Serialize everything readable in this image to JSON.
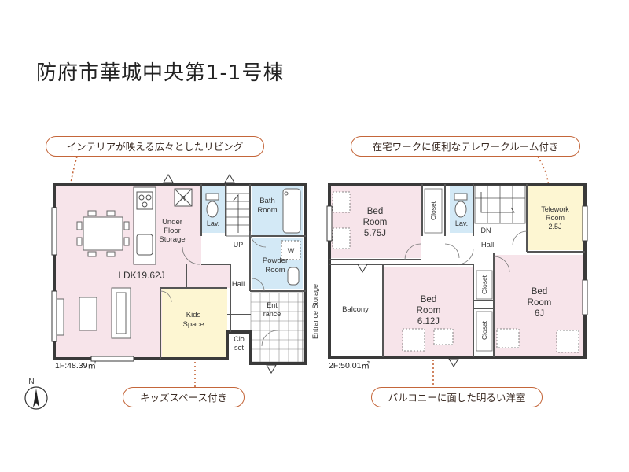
{
  "title": "防府市華城中央第1-1号棟",
  "callouts": {
    "ldk_feature": "インテリアが映える広々としたリビング",
    "telework_feature": "在宅ワークに便利なテレワークルーム付き",
    "kids_feature": "キッズスペース付き",
    "balcony_feature": "バルコニーに面した明るい洋室"
  },
  "floor1": {
    "area": "1F:48.39㎡",
    "rooms": {
      "ldk": "LDK19.62J",
      "under_floor_line1": "Under",
      "under_floor_line2": "Floor",
      "under_floor_line3": "Storage",
      "lav": "Lav.",
      "bath_line1": "Bath",
      "bath_line2": "Room",
      "powder_line1": "Powder",
      "powder_line2": "Room",
      "up": "UP",
      "hall": "Hall",
      "entrance_line1": "Ent",
      "entrance_line2": "rance",
      "entrance_storage": "Entrance Storage",
      "kids_line1": "Kids",
      "kids_line2": "Space",
      "closet_line1": "Clo",
      "closet_line2": "set",
      "fridge": "R",
      "washer": "W"
    }
  },
  "floor2": {
    "area": "2F:50.01㎡",
    "rooms": {
      "bed1_line1": "Bed",
      "bed1_line2": "Room",
      "bed1_line3": "5.75J",
      "closet": "Closet",
      "lav": "Lav.",
      "dn": "DN",
      "hall": "Hall",
      "telework_line1": "Telework",
      "telework_line2": "Room",
      "telework_line3": "2.5J",
      "balcony": "Balcony",
      "bed2_line1": "Bed",
      "bed2_line2": "Room",
      "bed2_line3": "6.12J",
      "bed3_line1": "Bed",
      "bed3_line2": "Room",
      "bed3_line3": "6J"
    }
  },
  "compass": "N",
  "colors": {
    "pink": "#f7e4ea",
    "yellow": "#fdf6d2",
    "blue": "#d3e9f6",
    "wall": "#3a3a3a",
    "accent": "#c4663a"
  }
}
